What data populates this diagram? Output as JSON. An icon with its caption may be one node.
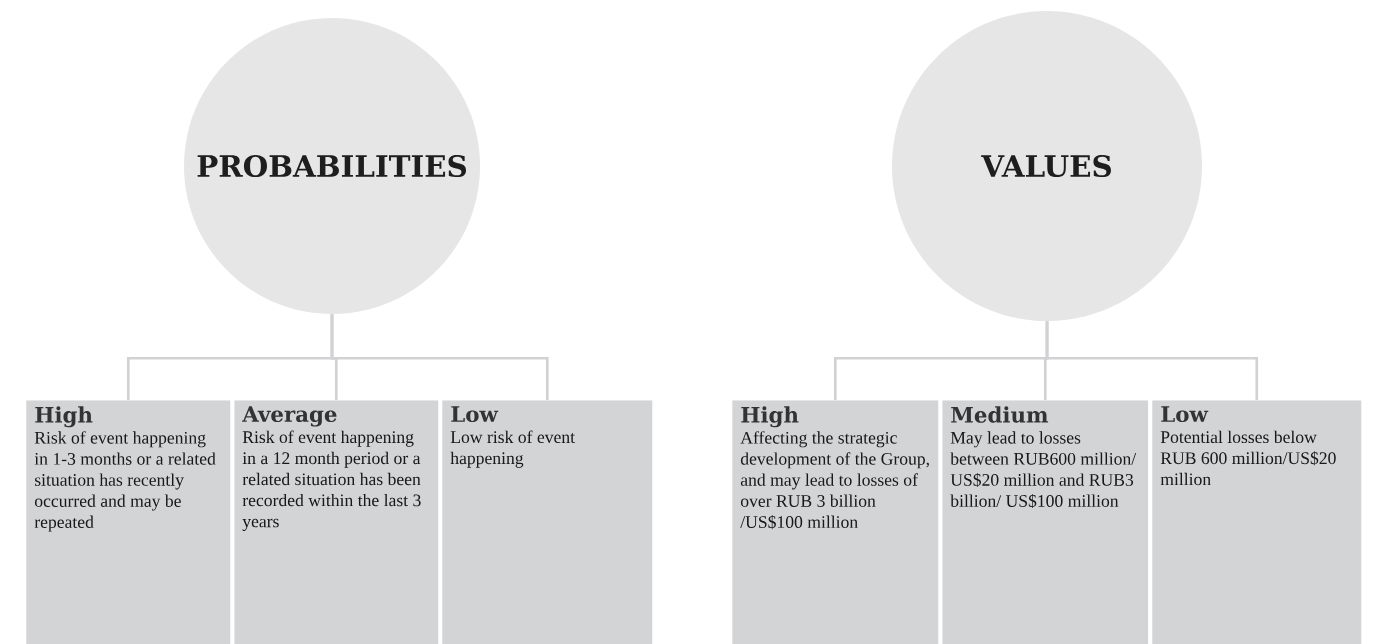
{
  "diagram": {
    "nodes": [
      {
        "text": [
          "PROBABILITIES"
        ]
      },
      {
        "text": [
          "High",
          "Risk of event happening in 1-3 months or a related situation has recently occurred and may be repeated"
        ]
      },
      {
        "text": [
          "Average",
          "Risk of event happening in a 12 month period or a related situation has been recorded within the last 3 years"
        ]
      },
      {
        "text": [
          "Low",
          "Low risk of event happening"
        ]
      },
      {
        "text": [
          "VALUES"
        ]
      },
      {
        "text": [
          "High",
          "Affecting the strategic development of the Group, and may lead to losses of over RUB 3 billion /US$100 million"
        ]
      },
      {
        "text": [
          "Medium",
          "May lead to losses between RUB600 million/ US$20 million and RUB3 billion/ US$100 million"
        ]
      },
      {
        "text": [
          "Low",
          "Potential losses below RUB 600 million/US$20 million"
        ]
      }
    ],
    "edges": [
      {
        "from": 0,
        "to": 1,
        "arrow": "none"
      },
      {
        "from": 0,
        "to": 2,
        "arrow": "none"
      },
      {
        "from": 0,
        "to": 3,
        "arrow": "none"
      },
      {
        "from": 4,
        "to": 5,
        "arrow": "none"
      },
      {
        "from": 4,
        "to": 6,
        "arrow": "none"
      },
      {
        "from": 4,
        "to": 7,
        "arrow": "none"
      }
    ]
  }
}
